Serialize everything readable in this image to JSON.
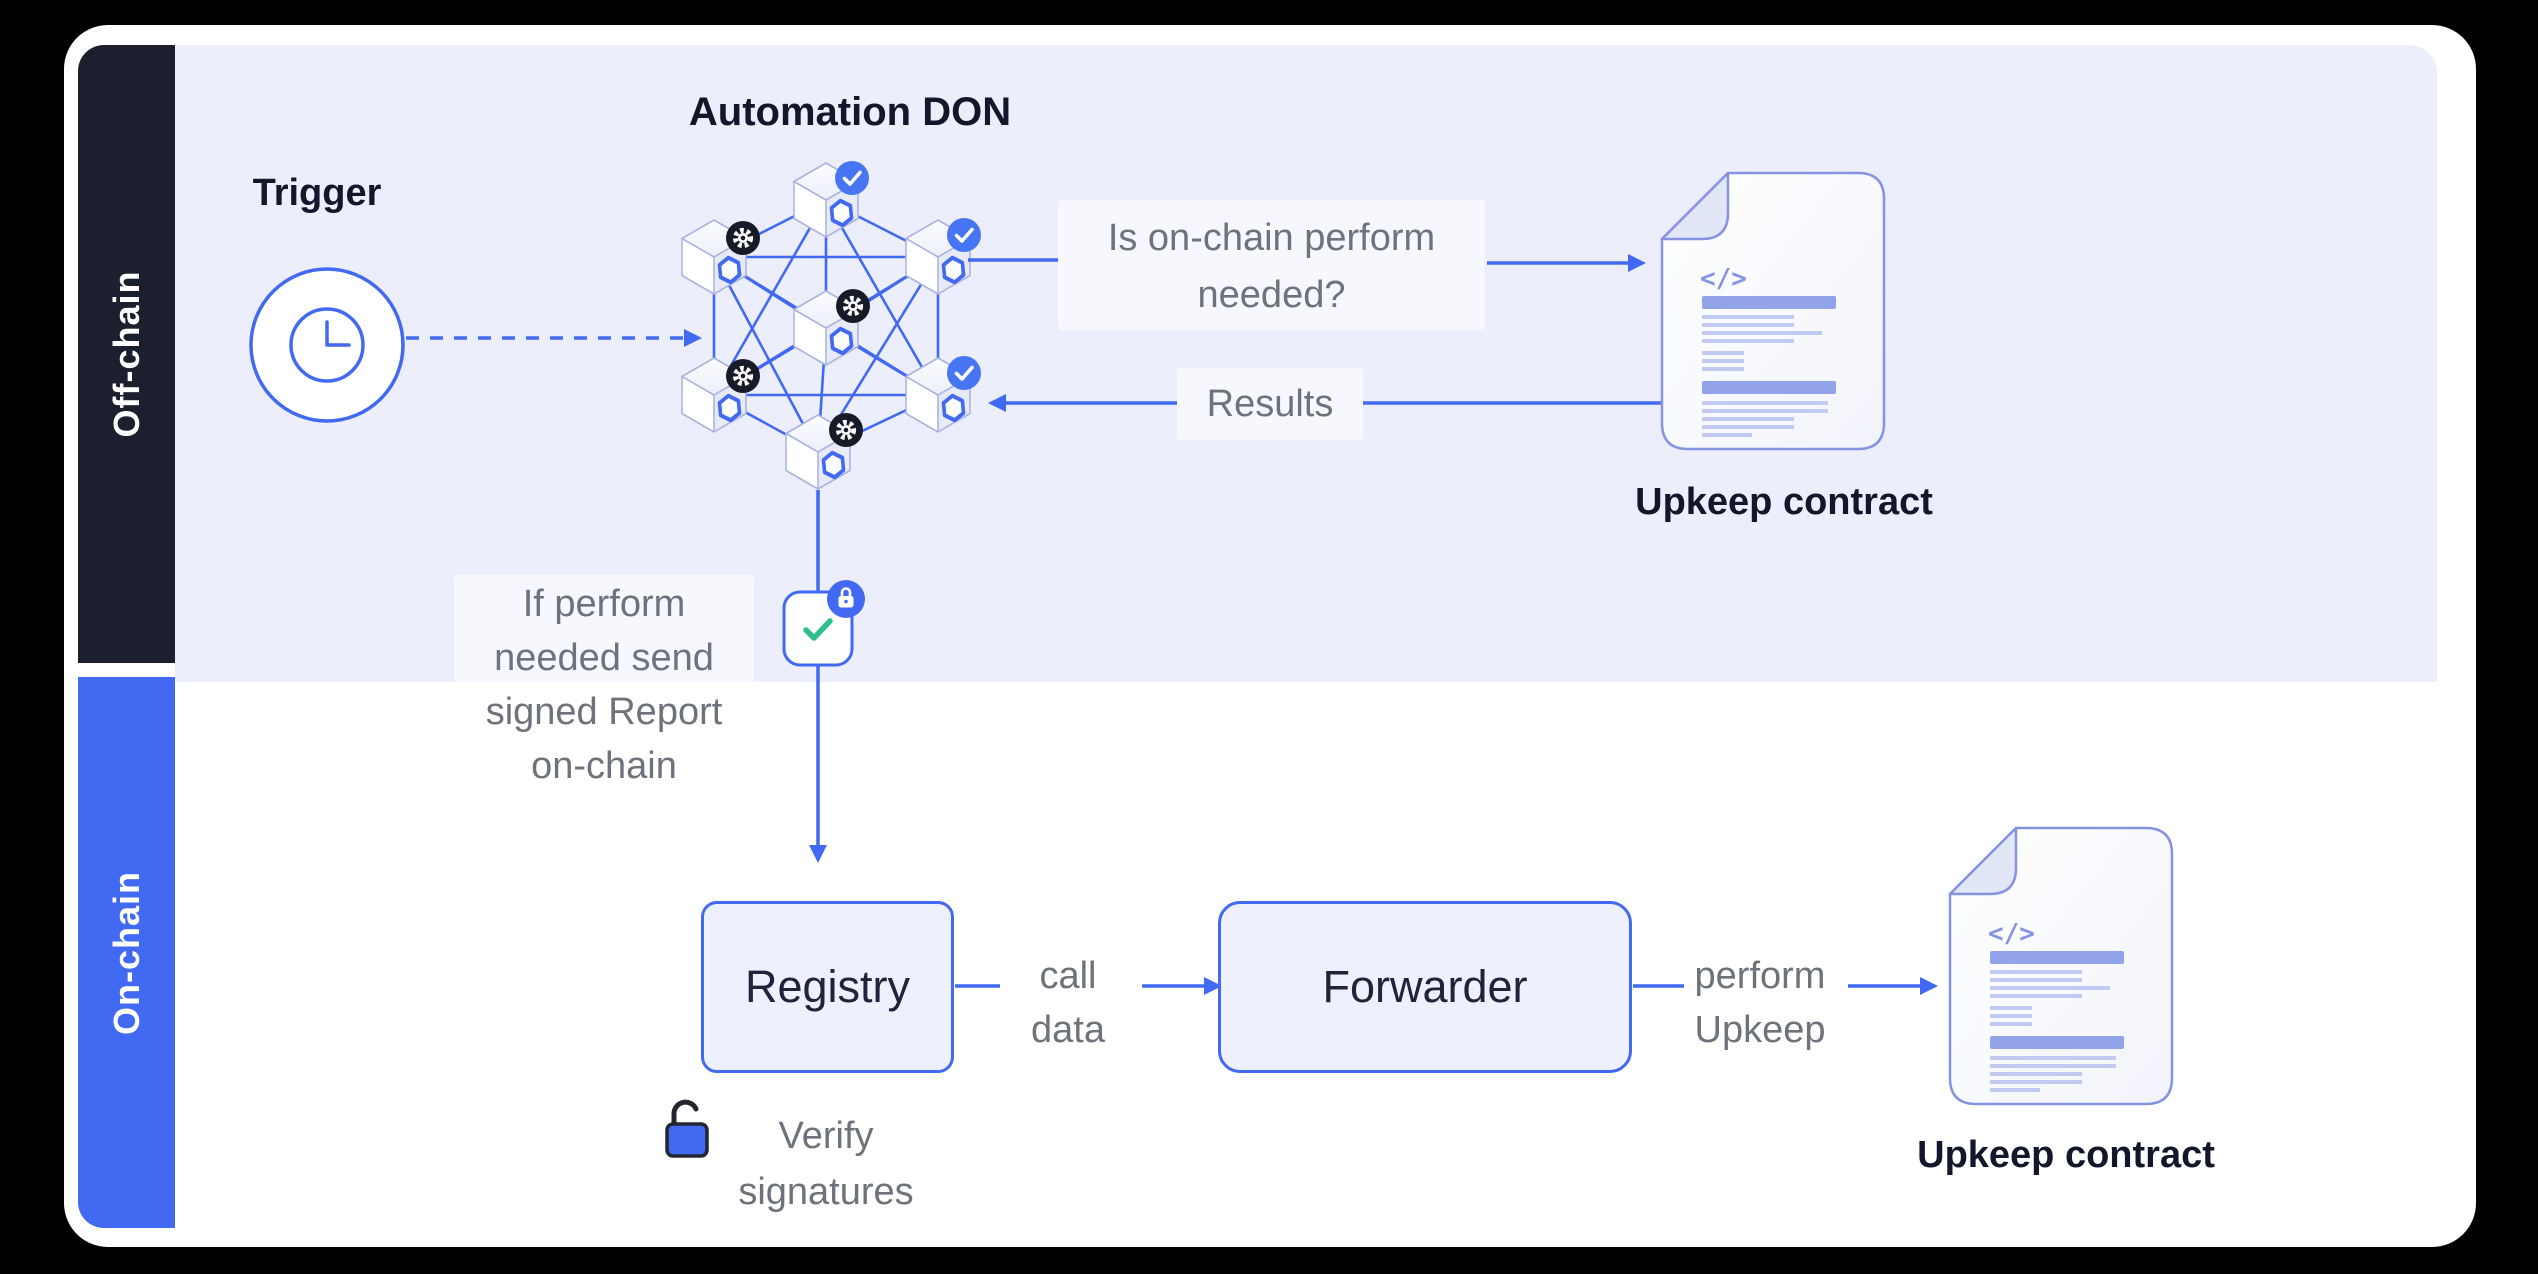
{
  "lanes": {
    "offchain": {
      "label": "Off-chain"
    },
    "onchain": {
      "label": "On-chain"
    }
  },
  "offchain": {
    "trigger_label": "Trigger",
    "don_title": "Automation DON",
    "question": {
      "lines": [
        "Is on-chain perform",
        "needed?"
      ]
    },
    "results_label": "Results",
    "upkeep_contract_label": "Upkeep contract",
    "report_note": {
      "lines": [
        "If perform",
        "needed send",
        "signed Report",
        "on-chain"
      ]
    }
  },
  "onchain": {
    "registry_label": "Registry",
    "call_data": {
      "lines": [
        "call",
        "data"
      ]
    },
    "forwarder_label": "Forwarder",
    "perform_upkeep": {
      "lines": [
        "perform",
        "Upkeep"
      ]
    },
    "upkeep_contract_label": "Upkeep contract",
    "verify_note": {
      "lines": [
        "Verify",
        "signatures"
      ]
    }
  },
  "icons": {
    "code_glyph": "</>",
    "clock": "clock-icon",
    "gear_badge": "gear-badge-icon",
    "check_badge": "check-badge-icon",
    "lock_badge": "lock-badge-icon",
    "green_check": "check-icon",
    "open_padlock": "open-padlock-icon",
    "document": "upkeep-contract-icon"
  },
  "colors": {
    "accent_blue": "#4169f1",
    "strip_dark": "#1c1f2e",
    "offchain_bg": "#eceffb",
    "box_fill": "#eef1fd",
    "green_check": "#2fbf8c",
    "gray_text": "#6d727b",
    "dark_text": "#13172b",
    "badge_dark": "#171a27",
    "badge_check_blue": "#4775f3",
    "doc_border": "#8493e2"
  }
}
